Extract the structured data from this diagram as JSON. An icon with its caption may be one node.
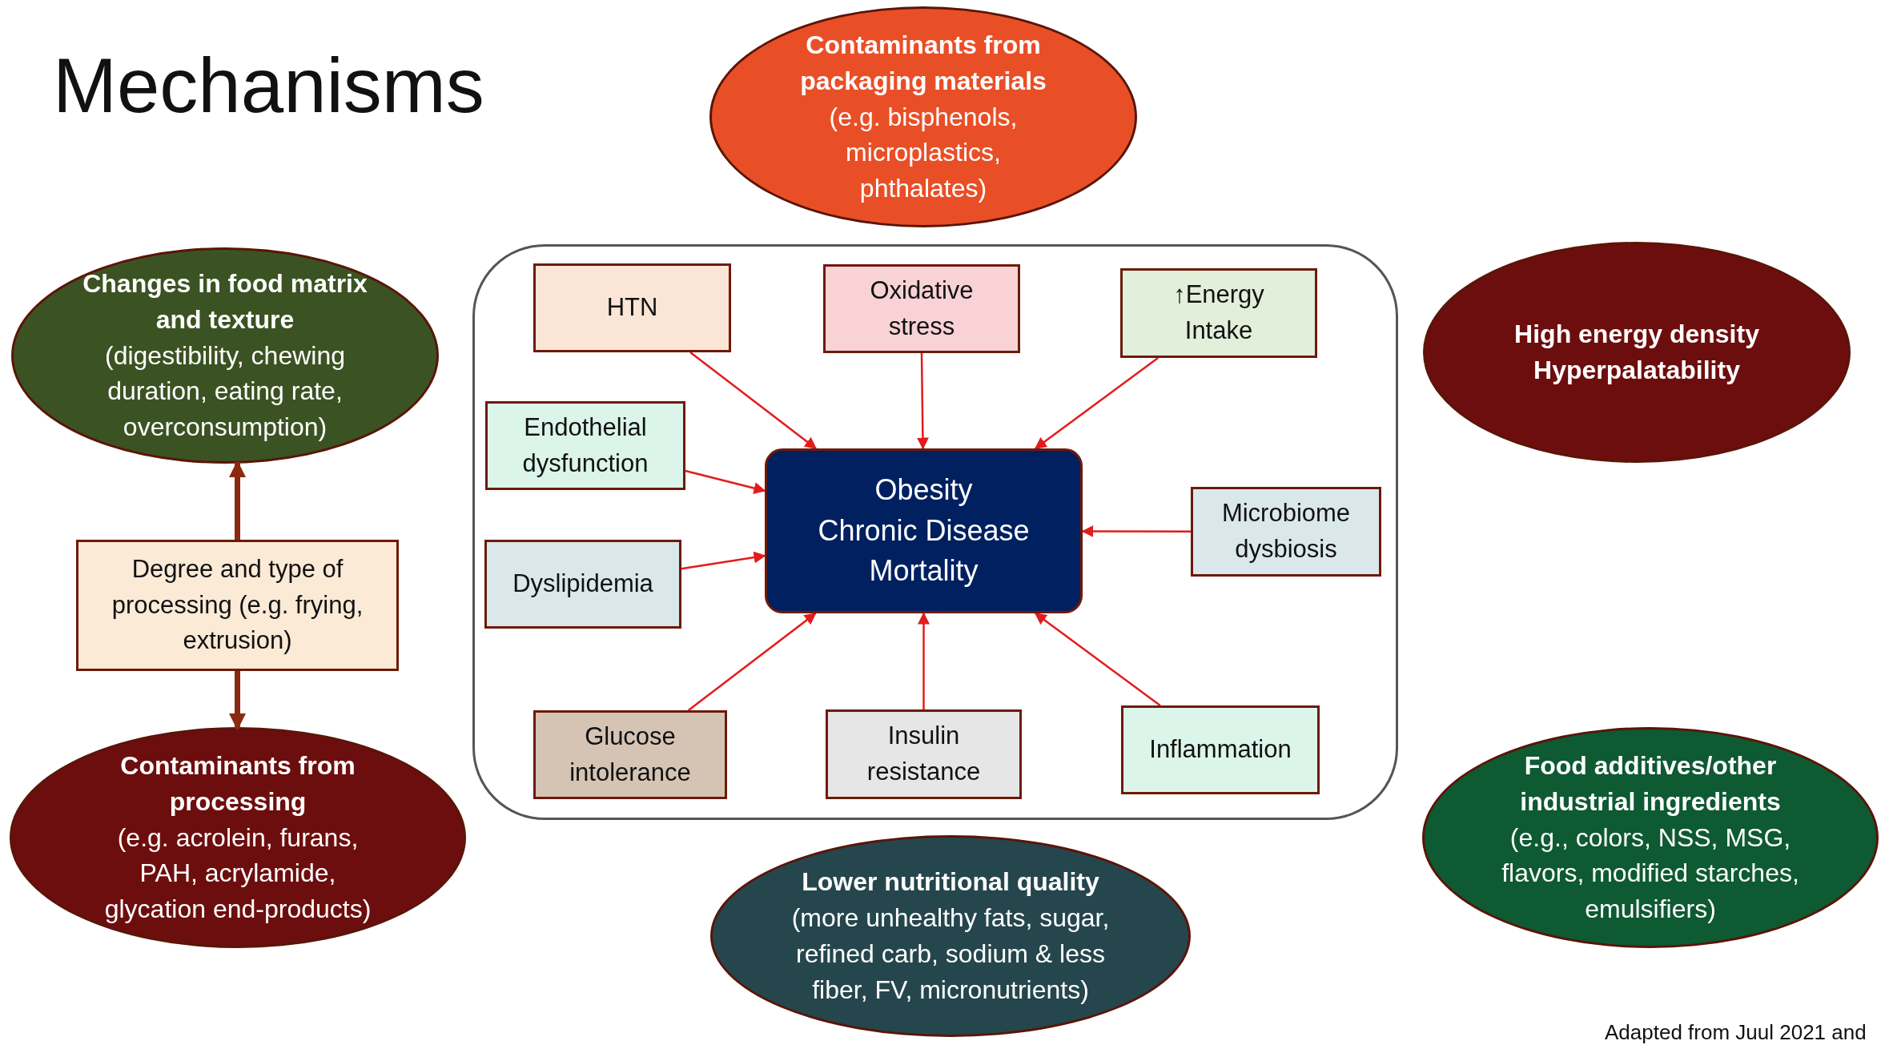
{
  "diagram": {
    "title": "Mechanisms",
    "caption": "Adapted from Juul 2021 and",
    "nodes": [
      {
        "text": [
          "Contaminants from packaging materials",
          "(e.g. bisphenols, microplastics, phthalates)"
        ]
      },
      {
        "text": [
          "Changes in food matrix and texture",
          "(digestibility, chewing duration, eating rate, overconsumption)"
        ]
      },
      {
        "text": [],
        "shape": "box"
      },
      {
        "text": [
          "HTN"
        ],
        "in": 2
      },
      {
        "text": [
          "Oxidative stress"
        ],
        "in": 2
      },
      {
        "text": [
          "↑Energy Intake"
        ],
        "in": 2
      },
      {
        "text": [
          "Endothelial dysfunction"
        ],
        "in": 2
      },
      {
        "text": [
          "Obesity",
          "Chronic Disease",
          "Mortality"
        ],
        "in": 2
      },
      {
        "text": [
          "Microbiome dysbiosis"
        ],
        "in": 2
      },
      {
        "text": [
          "Dyslipidemia"
        ],
        "in": 2
      },
      {
        "text": [
          "Glucose intolerance"
        ],
        "in": 2
      },
      {
        "text": [
          "Insulin resistance"
        ],
        "in": 2
      },
      {
        "text": [
          "Inflammation"
        ],
        "in": 2
      },
      {
        "text": [
          "High energy density",
          "Hyperpalatability"
        ]
      },
      {
        "text": [
          "Degree and type of processing (e.g. frying, extrusion)"
        ]
      },
      {
        "text": [
          "Contaminants from processing",
          "(e.g. acrolein, furans, PAH, acrylamide, glycation end-products)"
        ]
      },
      {
        "text": [
          "Lower nutritional quality",
          "(more unhealthy fats, sugar, refined carb, sodium & less fiber, FV, micronutrients)"
        ]
      },
      {
        "text": [
          "Food additives/other industrial ingredients",
          "(e.g., colors, NSS, MSG, flavors, modified starches, emulsifiers)"
        ]
      }
    ],
    "edges": [
      {
        "from": 3,
        "to": 7,
        "arrow": "to"
      },
      {
        "from": 4,
        "to": 7,
        "arrow": "to"
      },
      {
        "from": 5,
        "to": 7,
        "arrow": "to"
      },
      {
        "from": 6,
        "to": 7,
        "arrow": "to"
      },
      {
        "from": 8,
        "to": 7,
        "arrow": "to"
      },
      {
        "from": 9,
        "to": 7,
        "arrow": "to"
      },
      {
        "from": 10,
        "to": 7,
        "arrow": "to"
      },
      {
        "from": 11,
        "to": 7,
        "arrow": "to"
      },
      {
        "from": 12,
        "to": 7,
        "arrow": "to"
      },
      {
        "from": 14,
        "to": 1,
        "arrow": "to",
        "style": "thick",
        "color": "#8b2a10"
      },
      {
        "from": 14,
        "to": 15,
        "arrow": "to",
        "style": "thick",
        "color": "#8b2a10"
      }
    ]
  }
}
